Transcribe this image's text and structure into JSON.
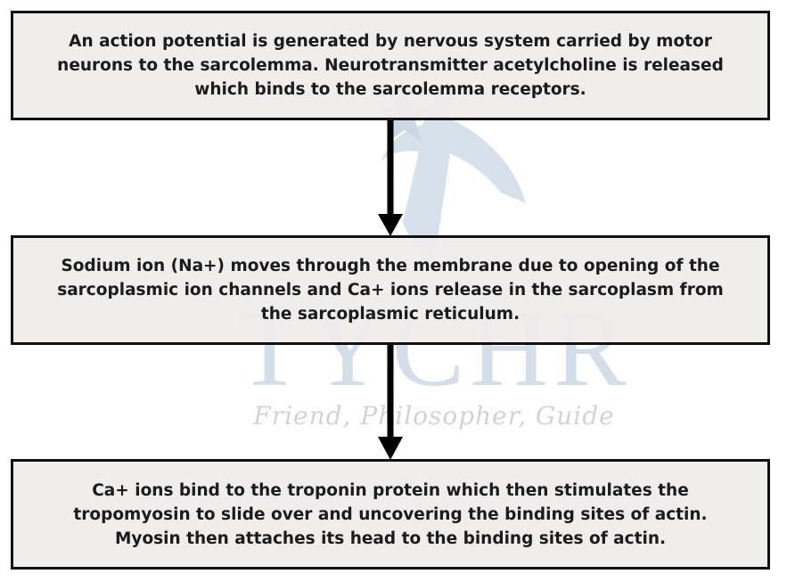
{
  "flowchart": {
    "steps": [
      {
        "text": "An action potential is generated by nervous system carried by motor neurons to the sarcolemma. Neurotransmitter acetylcholine is released which binds to the sarcolemma receptors."
      },
      {
        "text": "Sodium ion (Na+) moves through the membrane due to opening of the sarcoplasmic ion channels and Ca+ ions release in the sarcoplasm from the sarcoplasmic reticulum."
      },
      {
        "text": "Ca+ ions bind to the troponin protein which then stimulates the tropomyosin to slide over and uncovering the binding sites of actin. Myosin then attaches its head to the binding sites of actin."
      }
    ]
  },
  "watermark": {
    "brand": "TYCHR",
    "tagline": "Friend, Philosopher, Guide",
    "color": "#c9d6e3"
  },
  "colors": {
    "box_border": "#111111",
    "box_fill": "#efecec",
    "arrow": "#000000",
    "text": "#1b1b1b"
  }
}
